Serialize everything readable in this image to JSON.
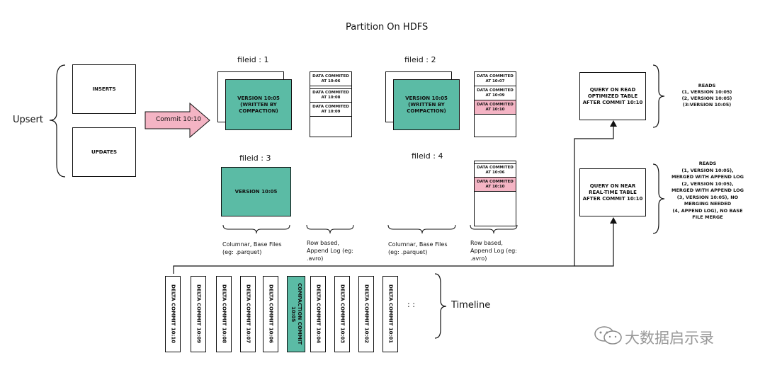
{
  "title": "Partition On HDFS",
  "upsert_label": "Upsert",
  "inserts_label": "INSERTS",
  "updates_label": "UPDATES",
  "commit_arrow_label": "Commit 10:10",
  "file_groups": [
    {
      "label": "fileid : 1",
      "base_file": "VERSION 10:05 (WRITTEN BY COMPACTION)",
      "log_entries": [
        "DATA COMMITED AT 10:06",
        "DATA COMMITED AT 10:08",
        "DATA COMMITED AT 10:09"
      ]
    },
    {
      "label": "fileid : 2",
      "base_file": "VERSION 10:05 (WRITTEN BY COMPACTION)",
      "log_entries": [
        "DATA COMMITED AT 10:07",
        "DATA COMMITED AT 10:09",
        "DATA COMMITED AT 10:10"
      ]
    },
    {
      "label": "fileid : 3",
      "base_file": "VERSION 10:05",
      "log_entries": []
    },
    {
      "label": "fileid : 4",
      "base_file": "",
      "log_entries": [
        "DATA COMMITED AT 10:06",
        "DATA COMMITED AT 10:10"
      ]
    }
  ],
  "legend": {
    "columnar_1": "Columnar, Base Files (eg: .parquet)",
    "row_1": "Row based, Append Log (eg: .avro)",
    "columnar_2": "Columnar, Base Files (eg: .parquet)",
    "row_2": "Row based, Append Log (eg: .avro)"
  },
  "queries": {
    "read_optimized": {
      "box": "QUERY ON READ OPTIMIZED TABLE AFTER COMMIT 10:10",
      "reads": [
        "READS",
        "(1, VERSION 10:05)",
        "(2, VERSION 10:05)",
        "(3:VERSION 10:05)"
      ]
    },
    "realtime": {
      "box": "QUERY ON NEAR REAL-TIME TABLE AFTER COMMIT 10:10",
      "reads": [
        "READS",
        "(1, VERSION 10:05),",
        "MERGED WITH APPEND LOG",
        "(2, VERSION 10:05),",
        "MERGED WITH APPEND LOG",
        "(3, VERSION 10:05), NO",
        "MERGING NEEDED",
        "(4, APPEND LOG), NO BASE",
        "FILE MERGE"
      ]
    }
  },
  "timeline": {
    "label": "Timeline",
    "ellipsis": ":    :",
    "commits": [
      "DELTA COMMIT 10:10",
      "DELTA COMMIT 10:09",
      "DELTA COMMIT 10:08",
      "DELTA COMMIT 10:07",
      "DELTA COMMIT 10:06",
      "COMPACTION COMMIT 10:05",
      "DELTA COMMIT 10:04",
      "DELTA COMMIT 10:03",
      "DELTA COMMIT 10:02",
      "DELTA COMMIT 10:01"
    ]
  },
  "watermark": "大数据启示录",
  "colors": {
    "teal": "#5bbba5",
    "pink": "#f4b4c4",
    "ink": "#111111"
  }
}
